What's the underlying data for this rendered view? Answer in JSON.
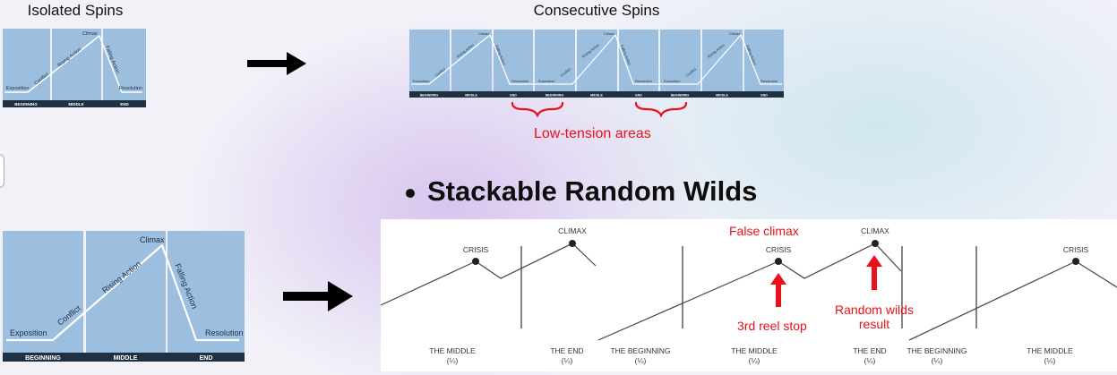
{
  "headings": {
    "isolated": "Isolated Spins",
    "consecutive": "Consecutive Spins",
    "low_tension": "Low-tension areas",
    "bullet": "Stackable Random Wilds"
  },
  "freytag": {
    "exposition": "Exposition",
    "conflict": "Conflict",
    "rising": "Rising Action",
    "climax": "Climax",
    "falling": "Falling Action",
    "resolution": "Resolution",
    "beginning": "BEGINNING",
    "middle": "MIDDLE",
    "end": "END"
  },
  "consecutive_sections": [
    "BEGINNING",
    "MIDDLE",
    "END",
    "BEGINNING",
    "MIDDLE",
    "END",
    "BEGINNING",
    "MIDDLE",
    "END"
  ],
  "wilds_diagram": {
    "crisis": "CRISIS",
    "climax": "CLIMAX",
    "false_climax": "False climax",
    "third_reel": "3rd reel stop",
    "random_wilds": "Random wilds result",
    "quarter": "(¼)",
    "sections": [
      "THE MIDDLE",
      "THE END",
      "THE BEGINNING",
      "THE MIDDLE",
      "THE END",
      "THE BEGINNING",
      "THE MIDDLE"
    ]
  },
  "colors": {
    "panel_blue": "#9cbfdf",
    "label_bar": "#1e3042",
    "annotation_red": "#e8101a",
    "arrow_black": "#000000"
  },
  "icons": [
    "arrow-right-icon",
    "curly-brace-icon",
    "arrow-up-icon",
    "bullet-dot-icon"
  ]
}
